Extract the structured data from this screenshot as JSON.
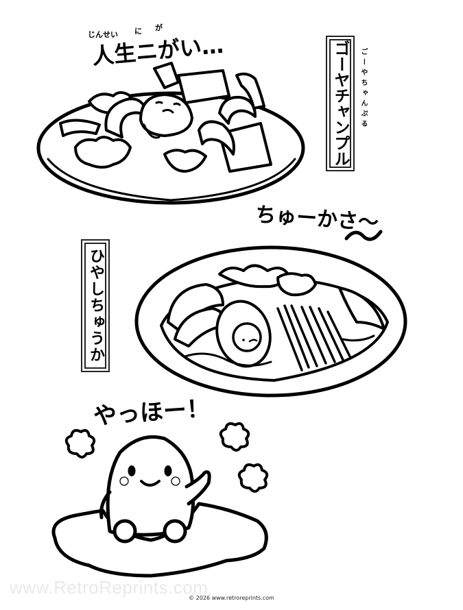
{
  "page": {
    "type": "coloring-page",
    "ink_color": "#000000",
    "background_color": "#ffffff"
  },
  "section1": {
    "exclamation": {
      "text": "人生ニがい…",
      "furigana": [
        "じんせい",
        "に",
        "が"
      ]
    },
    "dish_label": {
      "katakana": "ゴーヤチャンプル",
      "reading": "ごーやちゃんぷる"
    },
    "illustration": "goya-champuru-plate-with-gudetama"
  },
  "section2": {
    "exclamation": {
      "text": "ちゅーかさ〜"
    },
    "dish_label": {
      "text": "ひやしちゅうか"
    },
    "illustration": "hiyashi-chuka-plate-with-egg-gudetama"
  },
  "section3": {
    "exclamation": {
      "text": "やっほー！"
    },
    "illustration": "waving-egg-character-on-yolk-puddle"
  },
  "footer": {
    "watermark": "www.RetroReprints.com",
    "copyright": "© 2026 www.retroreprints.com"
  }
}
